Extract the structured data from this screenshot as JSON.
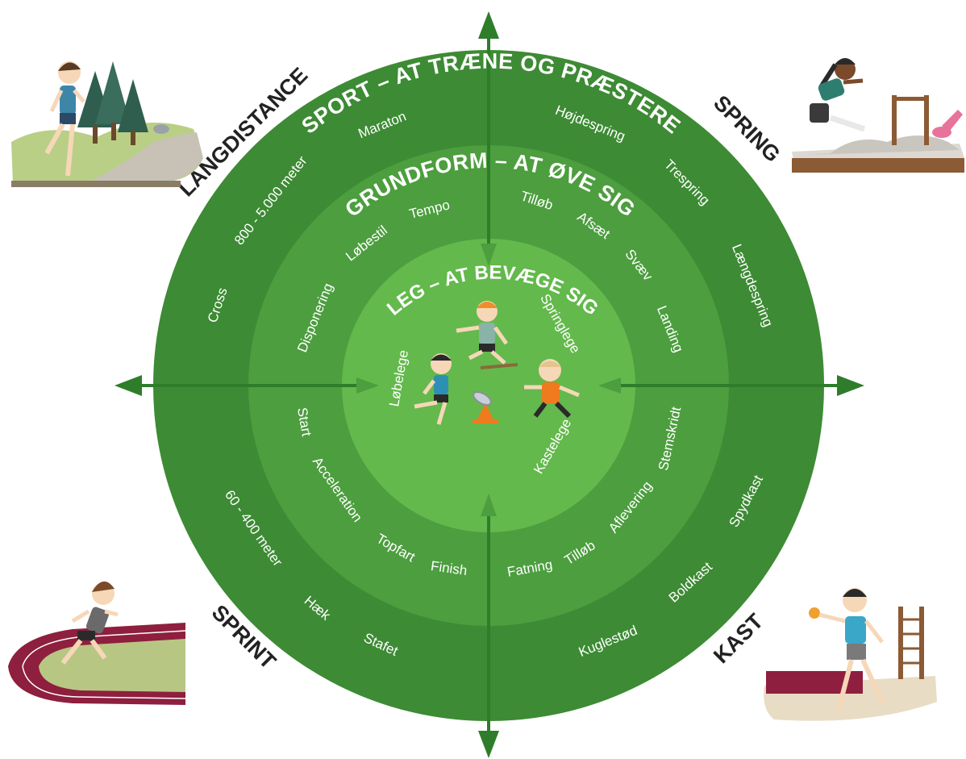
{
  "colors": {
    "outer_ring": "#3d8b34",
    "middle_ring": "#4c9e3e",
    "inner_circle": "#63b94c",
    "arrow": "#2e7d2a",
    "corner_text": "#222222"
  },
  "rings": {
    "outer": {
      "title": "SPORT – AT TRÆNE OG PRÆSTERE"
    },
    "middle": {
      "title": "GRUNDFORM – AT ØVE SIG"
    },
    "inner": {
      "title": "LEG – AT BEVÆGE SIG"
    }
  },
  "corners": {
    "top_left": "LANGDISTANCE",
    "top_right": "SPRING",
    "bottom_left": "SPRINT",
    "bottom_right": "KAST"
  },
  "outer_items": {
    "maraton": "Maraton",
    "meter_800": "800 - 5.000 meter",
    "cross": "Cross",
    "hojdespring": "Højdespring",
    "trespring": "Trespring",
    "laengdespring": "Længdespring",
    "meter_60": "60 - 400 meter",
    "haek": "Hæk",
    "stafet": "Stafet",
    "spydkast": "Spydkast",
    "boldkast": "Boldkast",
    "kuglestod": "Kuglestød"
  },
  "middle_items": {
    "tempo": "Tempo",
    "lobestil": "Løbestil",
    "disponering": "Disponering",
    "tillob_top": "Tilløb",
    "afsaet": "Afsæt",
    "svaev": "Svæv",
    "landing": "Landing",
    "start": "Start",
    "acceleration": "Acceleration",
    "topfart": "Topfart",
    "finish": "Finish",
    "stemskridt": "Stemskridt",
    "aflevering": "Aflevering",
    "tillob_bottom": "Tilløb",
    "fatning": "Fatning"
  },
  "inner_items": {
    "springlege": "Springlege",
    "lobelege": "Løbelege",
    "kastelege": "Kastelege"
  },
  "icons": [
    "runner-forest-illustration",
    "long-jump-sandpit-illustration",
    "sprint-track-illustration",
    "shot-put-illustration",
    "children-playing-illustration"
  ]
}
